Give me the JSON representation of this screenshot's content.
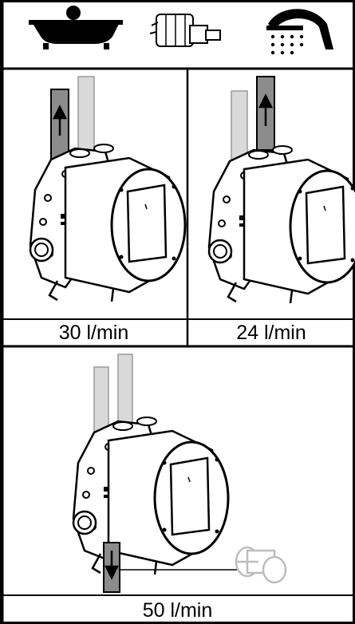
{
  "header": {
    "icons": [
      "bathtub-icon",
      "cartridge-icon",
      "shower-head-icon"
    ]
  },
  "panels": [
    {
      "id": "left",
      "flow_label": "30 l/min",
      "active_pipe": "left",
      "flow": "up"
    },
    {
      "id": "right",
      "flow_label": "24 l/min",
      "active_pipe": "right",
      "flow": "up"
    },
    {
      "id": "bottom",
      "flow_label": "50 l/min",
      "active_pipe": "bottom",
      "flow": "down"
    }
  ],
  "colors": {
    "line": "#000000",
    "pipe_active": "#8c8c8c",
    "pipe_inactive": "#d9d9d9",
    "cartridge_ghost": "#bdbdbd"
  }
}
